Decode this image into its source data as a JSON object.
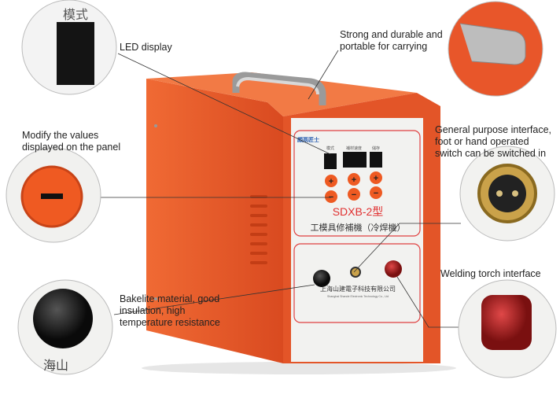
{
  "callouts": {
    "led": "LED display",
    "handle_1": "Strong and durable and",
    "handle_2": "portable for carrying",
    "modify_1": "Modify the values",
    "modify_2": "displayed on the panel",
    "interface_1": "General purpose interface,",
    "interface_2": "foot or hand operated",
    "interface_3": "switch can be switched in",
    "torch": "Welding torch interface",
    "bakelite_1": "Bakelite material, good",
    "bakelite_2": "insulation, high",
    "bakelite_3": "temperature resistance"
  },
  "machine": {
    "brand": "頗鬲匠士",
    "display_labels": [
      "模式",
      "補材速度",
      "儲存"
    ],
    "plus": "+",
    "minus": "−",
    "model": "SDXB-2型",
    "name": "工模具修補機（冷焊機）",
    "company_cn": "上海山建電子科技有限公司",
    "company_en": "Shanghai Shande Electronic Technology Co., Ltd"
  },
  "insets": {
    "led_label": "模式",
    "bakelite_text": "海山"
  },
  "colors": {
    "orange": "#e8562a",
    "panel": "#f2f2f0",
    "red_outline": "#e04040",
    "knob_red": "#a51c1c"
  }
}
